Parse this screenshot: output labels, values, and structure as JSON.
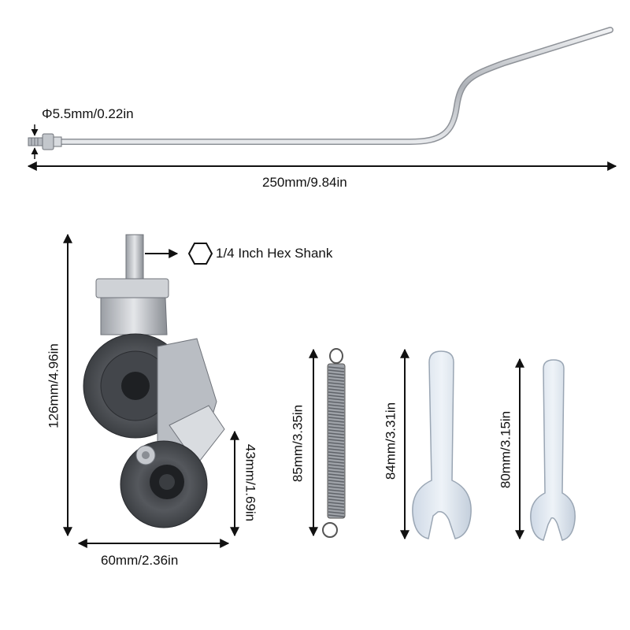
{
  "labels": {
    "rod_diameter": "Φ5.5mm/0.22in",
    "rod_length": "250mm/9.84in",
    "hex_shank": "1/4 Inch Hex Shank",
    "cutter_height": "126mm/4.96in",
    "cutter_width": "60mm/2.36in",
    "wheel_height": "43mm/1.69in",
    "spring_length": "85mm/3.35in",
    "wrench_large_length": "84mm/3.31in",
    "wrench_small_length": "80mm/3.15in"
  },
  "colors": {
    "steel": "#c9ccd1",
    "dark_steel": "#4a4d52",
    "wheel": "#55585d",
    "wrench": "#dde6f0",
    "arrow": "#111111"
  }
}
